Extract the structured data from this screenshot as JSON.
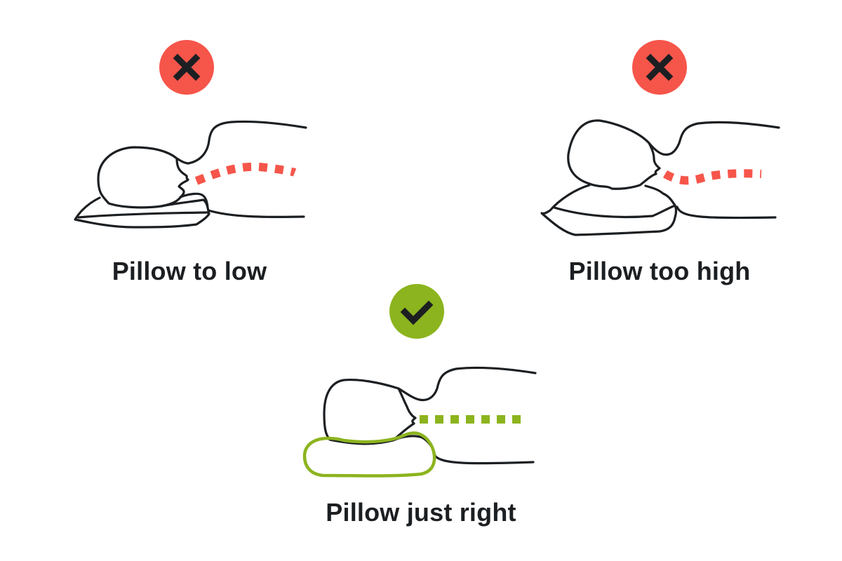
{
  "colors": {
    "bad": "#f6554a",
    "good": "#8cb41e",
    "ink": "#1c1f22",
    "background": "#ffffff"
  },
  "panels": [
    {
      "id": "too-low",
      "status": "incorrect",
      "icon": "x-mark-icon",
      "label": "Pillow to low",
      "spine_color": "#f6554a"
    },
    {
      "id": "too-high",
      "status": "incorrect",
      "icon": "x-mark-icon",
      "label": "Pillow too high",
      "spine_color": "#f6554a"
    },
    {
      "id": "just-right",
      "status": "correct",
      "icon": "checkmark-icon",
      "label": "Pillow just right",
      "spine_color": "#8cb41e"
    }
  ]
}
